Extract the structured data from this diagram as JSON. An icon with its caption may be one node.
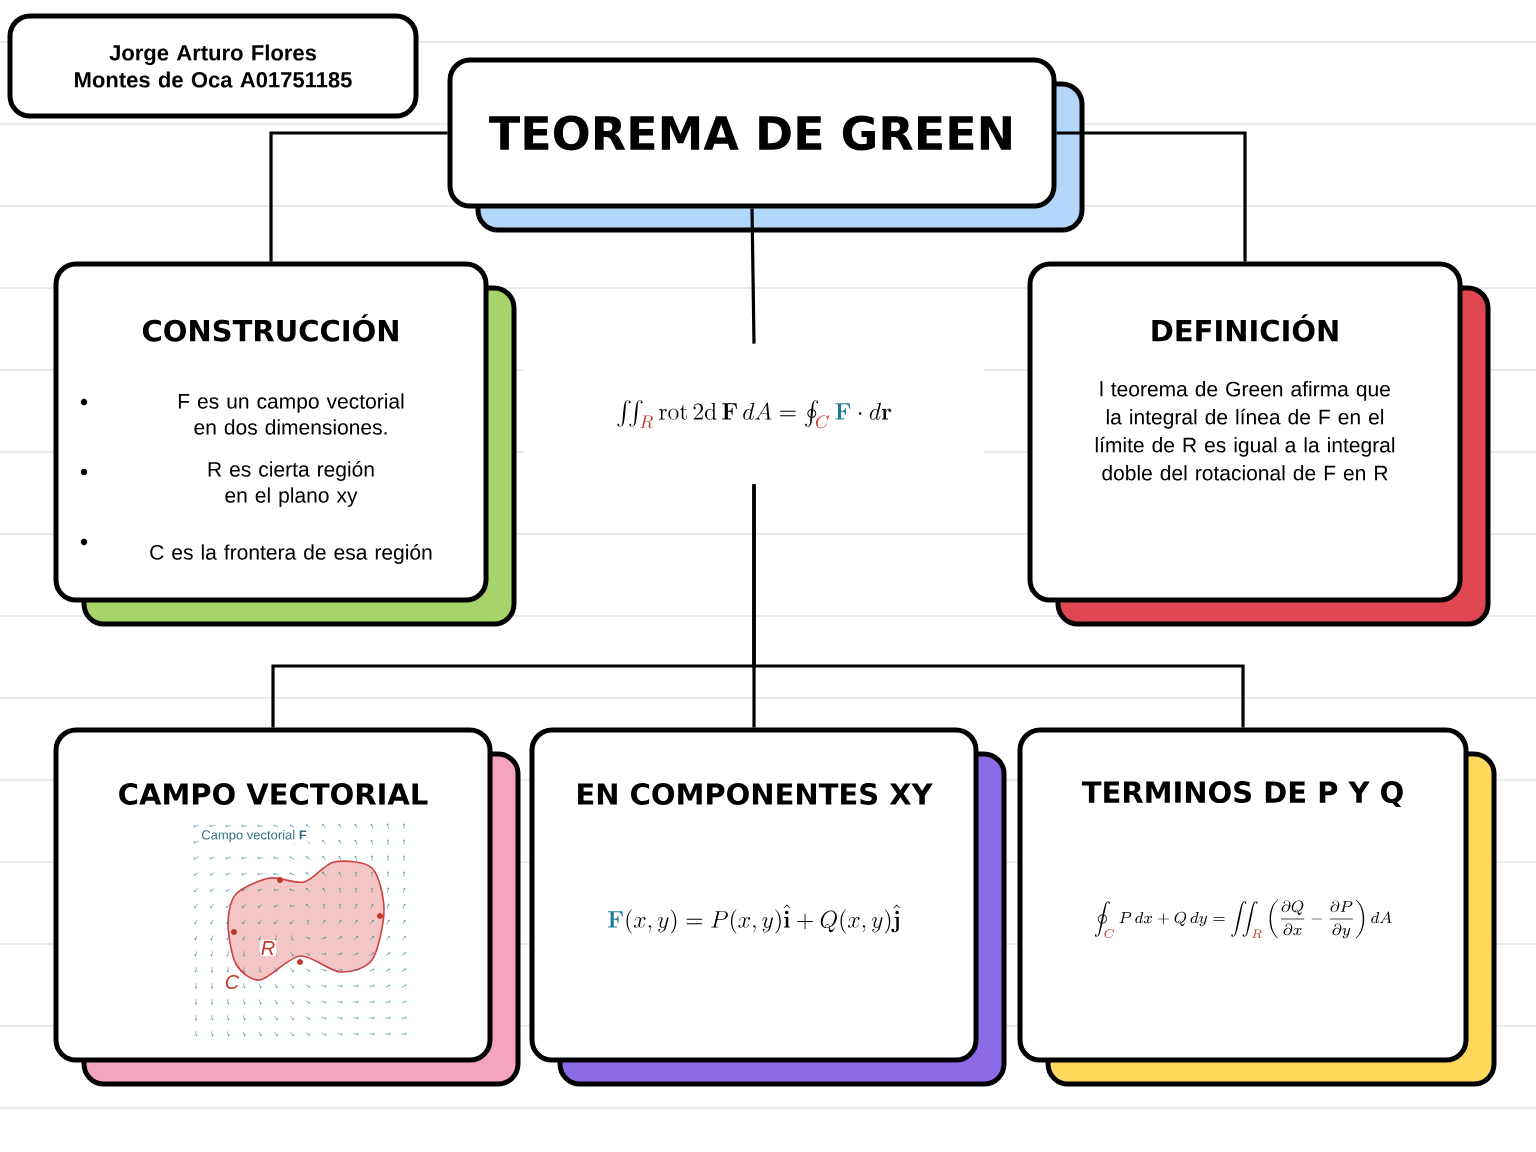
{
  "diagram": {
    "nodes": [
      {
        "text": [
          "Jorge Arturo Flores Montes de Oca A01751185"
        ]
      },
      {
        "text": [
          "TEOREMA DE GREEN"
        ]
      },
      {
        "text": [
          "CONSTRUCCIÓN",
          "F es un campo vectorial en dos dimensiones.",
          "R es cierta región en el plano xy",
          "C es la frontera de esa región"
        ]
      },
      {
        "text": [
          "\\iint_{\\textcolor[HTML]{C0392B}{R}} \\operatorname{rot} 2\\mathrm{d}\\,\\mathbf{F}\\,dA = \\oint_{\\textcolor[HTML]{C0392B}{C}} \\textcolor[HTML]{1F7A9A}{\\mathbf{F}}\\cdot d\\mathbf{r}"
        ]
      },
      {
        "text": [
          "DEFINICIÓN",
          "l teorema de Green afirma que la integral de línea de F en el límite de R es igual a la integral doble del rotacional de F en R"
        ]
      },
      {
        "text": [
          "CAMPO VECTORIAL"
        ]
      },
      {
        "text": [
          "EN COMPONENTES XY",
          "\\textcolor[HTML]{1F7A9A}{\\mathbf{F}}(x,y) = P(x,y)\\hat{\\mathbf{i}} + Q(x,y)\\hat{\\mathbf{j}}"
        ]
      },
      {
        "text": [
          "TERMINOS DE P Y Q",
          "\\oint_{\\textcolor[HTML]{C0392B}{C}} P\\,dx + Q\\,dy = \\iint_{\\textcolor[HTML]{C0392B}{R}} \\left(\\frac{\\partial Q}{\\partial x} - \\frac{\\partial P}{\\partial y}\\right) dA"
        ]
      }
    ],
    "edges": [
      {
        "from": 1,
        "to": 2,
        "arrow": "none"
      },
      {
        "from": 1,
        "to": 4,
        "arrow": "none"
      },
      {
        "from": 1,
        "to": 3,
        "arrow": "none"
      },
      {
        "from": 3,
        "to": 5,
        "arrow": "none"
      },
      {
        "from": 3,
        "to": 6,
        "arrow": "none"
      },
      {
        "from": 3,
        "to": 7,
        "arrow": "none"
      }
    ],
    "labels": [
      "Campo vectorial **F**",
      "R",
      "C"
    ]
  }
}
